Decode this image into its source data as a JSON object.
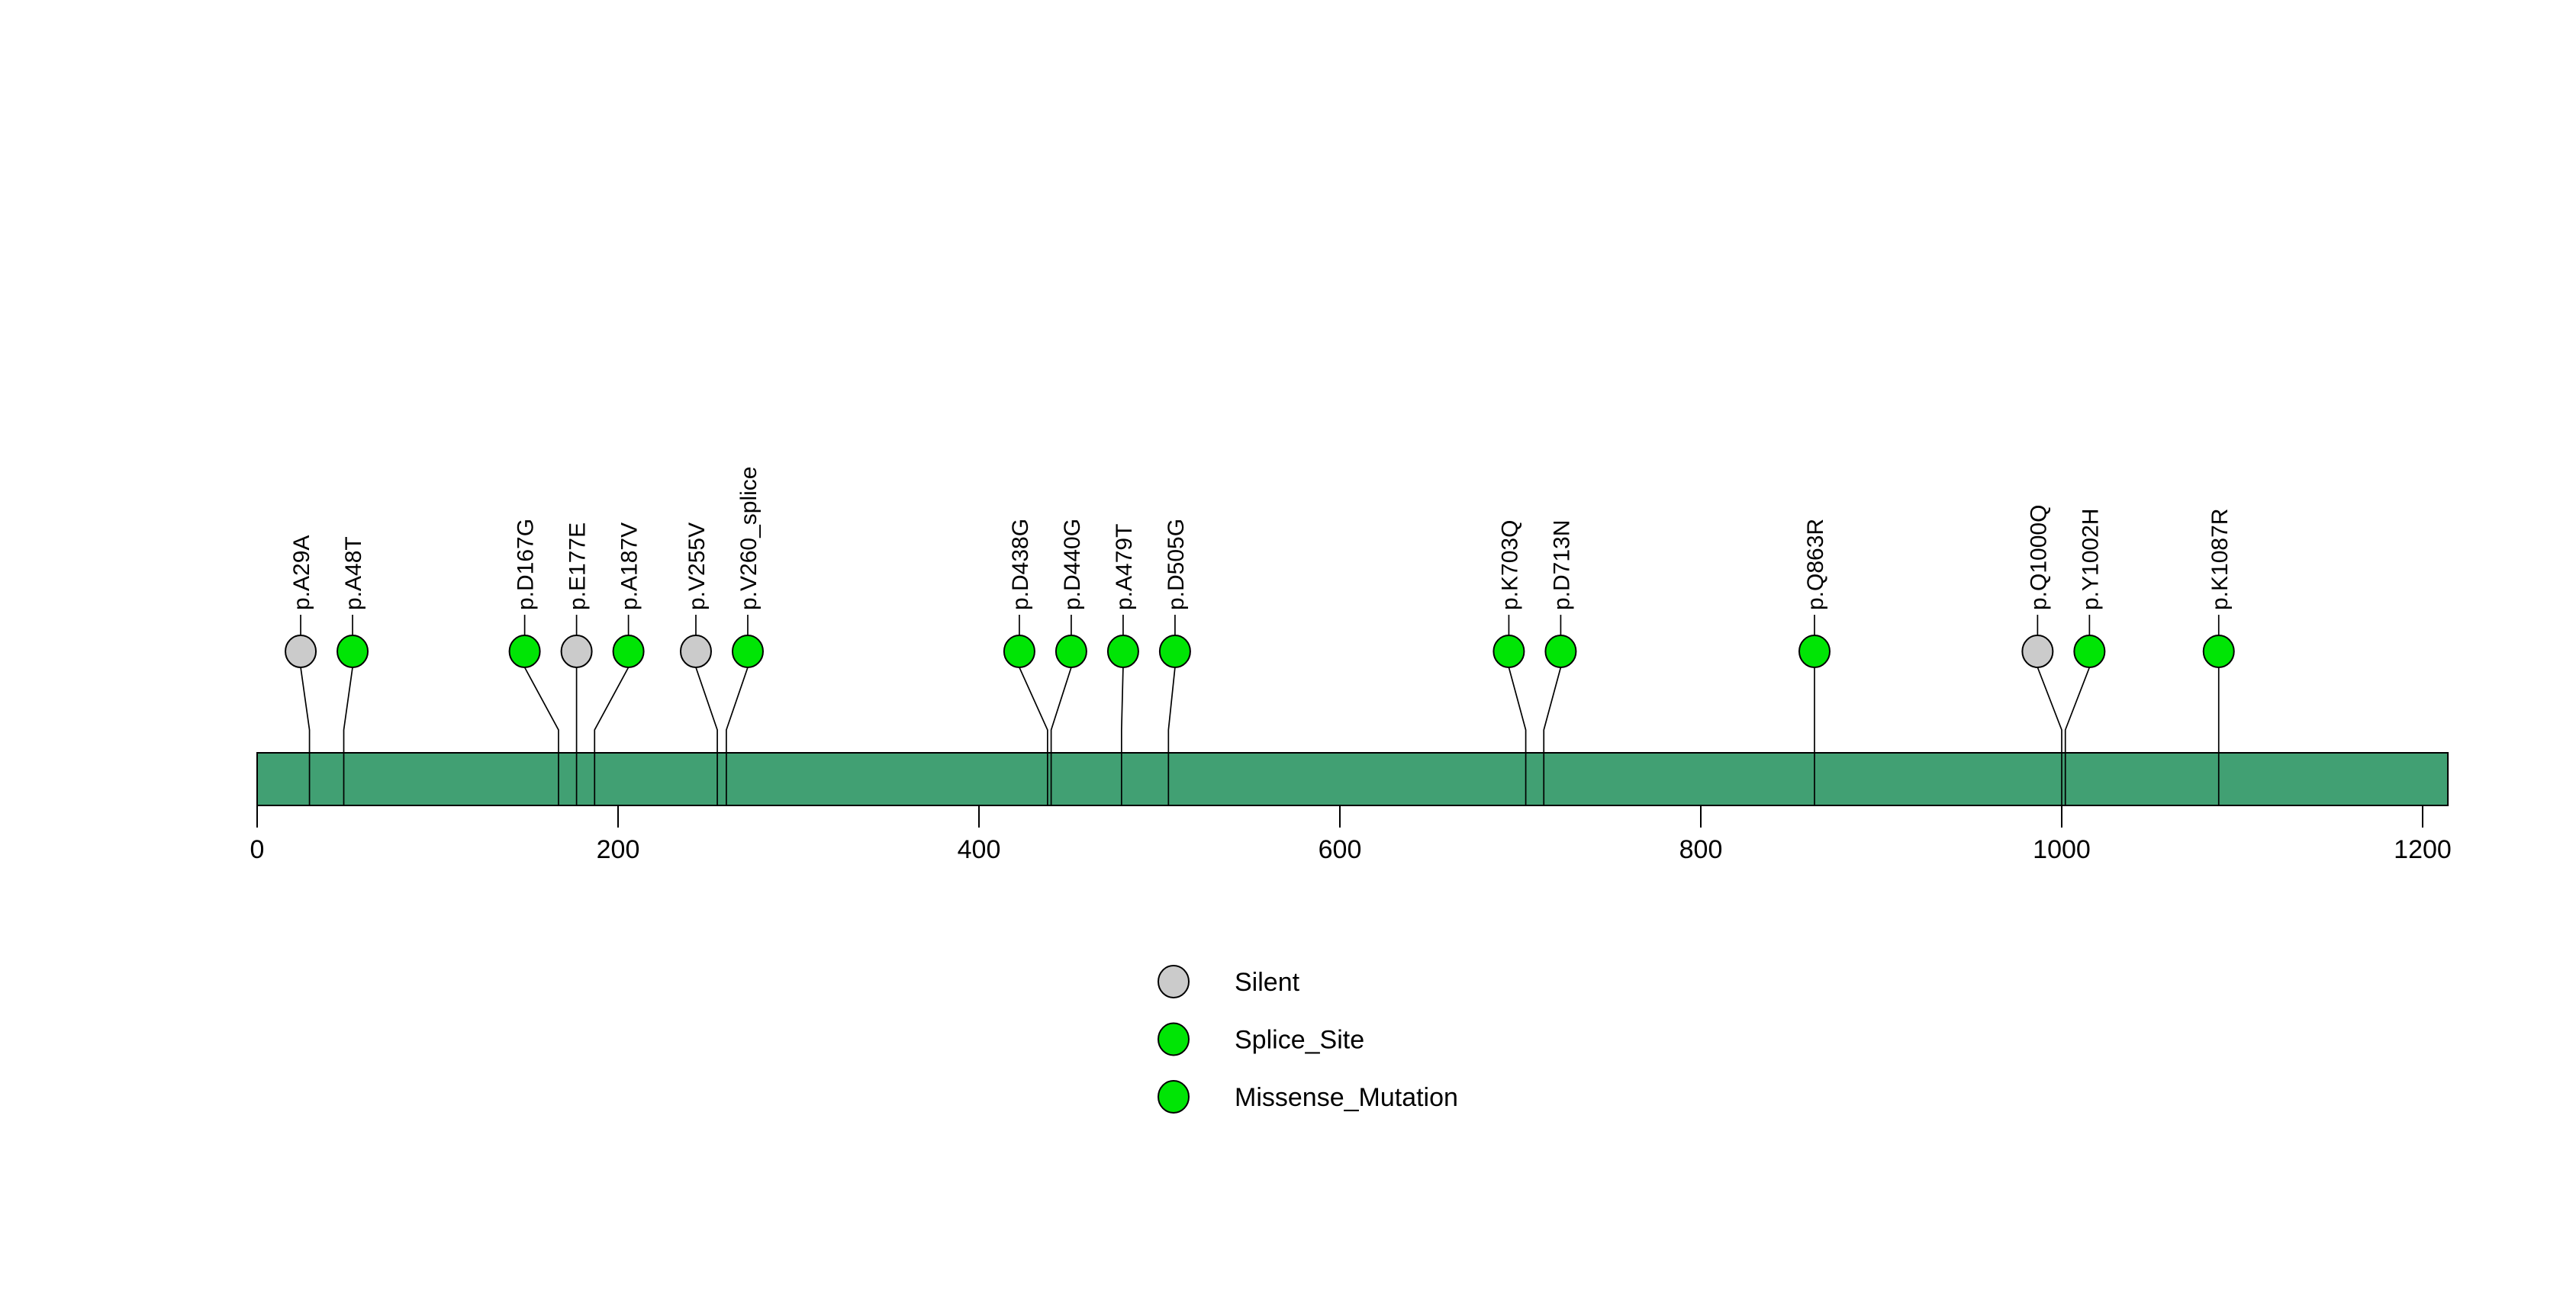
{
  "chart_data": {
    "type": "lollipop",
    "title": "",
    "xlabel": "",
    "ylabel": "",
    "axis": {
      "min": 0,
      "max": 1214,
      "ticks": [
        0,
        200,
        400,
        600,
        800,
        1000,
        1200
      ],
      "grid": false
    },
    "protein_bar": {
      "start": 0,
      "end": 1214,
      "color": "#41A073",
      "border_color": "#000000"
    },
    "mutation_types": [
      {
        "name": "Silent",
        "color": "#CBCBCB"
      },
      {
        "name": "Splice_Site",
        "color": "#00E505"
      },
      {
        "name": "Missense_Mutation",
        "color": "#00E505"
      }
    ],
    "mutations": [
      {
        "label": "p.A29A",
        "pos": 29,
        "type": "Silent"
      },
      {
        "label": "p.A48T",
        "pos": 48,
        "type": "Missense_Mutation"
      },
      {
        "label": "p.D167G",
        "pos": 167,
        "type": "Missense_Mutation"
      },
      {
        "label": "p.E177E",
        "pos": 177,
        "type": "Silent"
      },
      {
        "label": "p.A187V",
        "pos": 187,
        "type": "Missense_Mutation"
      },
      {
        "label": "p.V255V",
        "pos": 255,
        "type": "Silent"
      },
      {
        "label": "p.V260_splice",
        "pos": 260,
        "type": "Splice_Site"
      },
      {
        "label": "p.D438G",
        "pos": 438,
        "type": "Missense_Mutation"
      },
      {
        "label": "p.D440G",
        "pos": 440,
        "type": "Missense_Mutation"
      },
      {
        "label": "p.A479T",
        "pos": 479,
        "type": "Missense_Mutation"
      },
      {
        "label": "p.D505G",
        "pos": 505,
        "type": "Missense_Mutation"
      },
      {
        "label": "p.K703Q",
        "pos": 703,
        "type": "Missense_Mutation"
      },
      {
        "label": "p.D713N",
        "pos": 713,
        "type": "Missense_Mutation"
      },
      {
        "label": "p.Q863R",
        "pos": 863,
        "type": "Missense_Mutation"
      },
      {
        "label": "p.Q1000Q",
        "pos": 1000,
        "type": "Silent"
      },
      {
        "label": "p.Y1002H",
        "pos": 1002,
        "type": "Missense_Mutation"
      },
      {
        "label": "p.K1087R",
        "pos": 1087,
        "type": "Missense_Mutation"
      }
    ],
    "legend": {
      "position": "bottom-center",
      "entries": [
        "Silent",
        "Splice_Site",
        "Missense_Mutation"
      ]
    }
  }
}
